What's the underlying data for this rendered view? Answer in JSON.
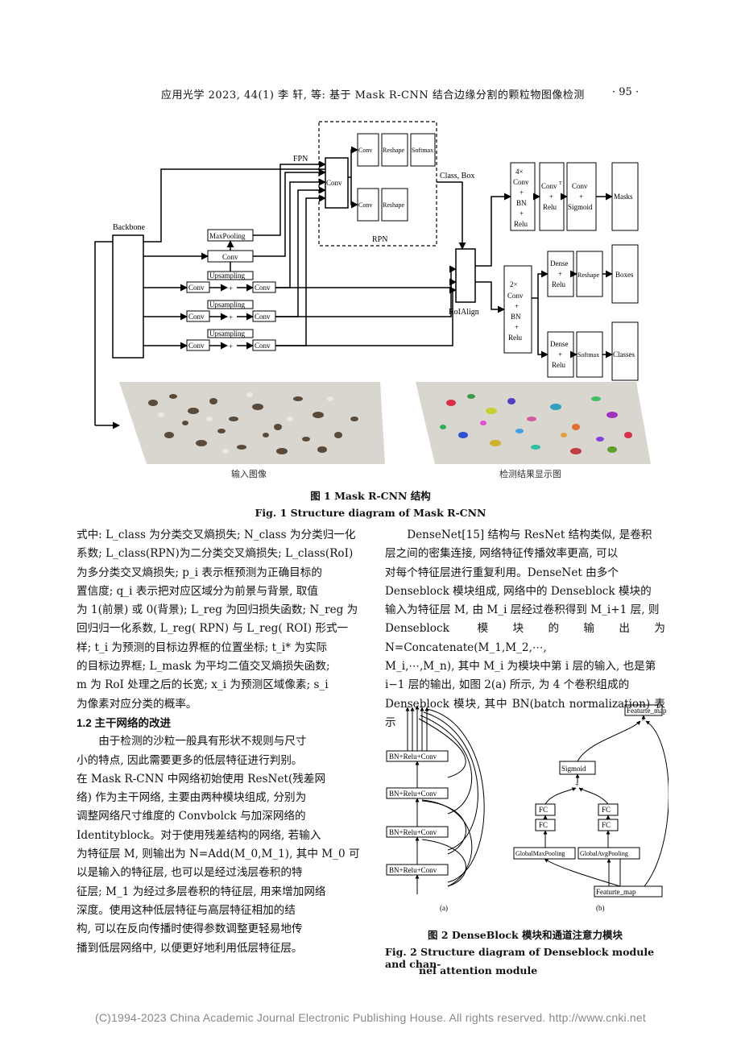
{
  "header": {
    "journal_line": "应用光学   2023, 44(1)   李   轩, 等: 基于 Mask R-CNN 结合边缘分割的颗粒物图像检测",
    "page": "· 95 ·"
  },
  "fig1": {
    "labels": {
      "backbone": "Backbone",
      "fpn": "FPN",
      "rpn": "RPN",
      "maxpooling": "MaxPooling",
      "conv": "Conv",
      "upsampling": "Upsampling",
      "reshape": "Reshape",
      "softmax": "Softmax",
      "class_box": "Class, Box",
      "roialign": "RoIAlign",
      "conv4_line1": "4×",
      "conv4_line2": "Conv",
      "conv4_line3": "+",
      "conv4_line4": "BN",
      "conv4_line5": "+",
      "conv4_line6": "Relu",
      "convt_line1": "Conv",
      "convt_sup": "T",
      "convt_line2": "+",
      "convt_line3": "Relu",
      "convsig_line1": "Conv",
      "convsig_line2": "+",
      "convsig_line3": "Sigmoid",
      "masks": "Masks",
      "conv2_line1": "2×",
      "conv2_line2": "Conv",
      "conv2_line3": "+",
      "conv2_line4": "BN",
      "conv2_line5": "+",
      "conv2_line6": "Relu",
      "dense_line1": "Dense",
      "dense_line2": "+",
      "dense_line3": "Relu",
      "boxes": "Boxes",
      "classes": "Classes",
      "plus": "+",
      "input_img": "输入图像",
      "result_img": "检测结果显示图"
    },
    "caption_cn": "图 1    Mask R-CNN 结构",
    "caption_en": "Fig. 1     Structure diagram of Mask R-CNN"
  },
  "left_col": {
    "p1_lines": [
      "式中: L_class 为分类交叉熵损失; N_class 为分类归一化",
      "系数; L_class(RPN)为二分类交叉熵损失; L_class(RoI)",
      "为多分类交叉熵损失; p_i 表示框预测为正确目标的",
      "置信度; q_i 表示把对应区域分为前景与背景, 取值",
      "为 1(前景) 或 0(背景); L_reg 为回归损失函数; N_reg 为",
      "回归归一化系数, L_reg( RPN) 与 L_reg( ROI) 形式一",
      "样; t_i 为预测的目标边界框的位置坐标; t_i* 为实际",
      "的目标边界框; L_mask 为平均二值交叉熵损失函数;",
      "m 为 RoI 处理之后的长宽; x_i 为预测区域像素; s_i",
      "为像素对应分类的概率。"
    ],
    "section_title": "1.2   主干网络的改进",
    "p2_lines": [
      "由于检测的沙粒一般具有形状不规则与尺寸",
      "小的特点, 因此需要更多的低层特征进行判别。",
      "在 Mask R-CNN 中网络初始使用 ResNet(残差网",
      "络) 作为主干网络, 主要由两种模块组成, 分别为",
      "调整网络尺寸维度的 Convbolck 与加深网络的",
      "Identityblock。对于使用残差结构的网络, 若输入",
      "为特征层 M, 则输出为 N=Add(M_0,M_1), 其中 M_0 可",
      "以是输入的特征层, 也可以是经过浅层卷积的特",
      "征层; M_1 为经过多层卷积的特征层, 用来增加网络",
      "深度。使用这种低层特征与高层特征相加的结",
      "构, 可以在反向传播时使得参数调整更轻易地传",
      "播到低层网络中, 以便更好地利用低层特征层。"
    ]
  },
  "right_col": {
    "p1_lines": [
      "DenseNet[15] 结构与 ResNet 结构类似, 是卷积",
      "层之间的密集连接, 网络特征传播效率更高, 可以",
      "对每个特征层进行重复利用。DenseNet 由多个",
      "Denseblock 模块组成, 网络中的 Denseblock 模块的",
      "输入为特征层 M, 由 M_i 层经过卷积得到 M_i+1 层, 则",
      "Denseblock 模块的输出为 N=Concatenate(M_1,M_2,⋯,",
      "M_i,⋯,M_n), 其中 M_i 为模块中第 i 层的输入, 也是第",
      "i−1 层的输出, 如图 2(a) 所示, 为 4 个卷积组成的",
      "Denseblock 模块, 其中 BN(batch normalization) 表示"
    ]
  },
  "fig2": {
    "labels": {
      "bn_block": "BN+Relu+Conv",
      "feature_map": "Featurte_map",
      "sigmoid": "Sigmoid",
      "fc": "FC",
      "gmp": "GlobalMaxPooling",
      "gap": "GlobalAvgPooling",
      "sub_a": "(a)",
      "sub_b": "(b)",
      "times": "×",
      "plus": "+"
    },
    "caption_cn": "图 2    DenseBlock 模块和通道注意力模块",
    "caption_en_1": "Fig. 2     Structure diagram of Denseblock module and chan-",
    "caption_en_2": "nel attention module"
  },
  "footer": "(C)1994-2023 China Academic Journal Electronic Publishing House. All rights reserved.    http://www.cnki.net"
}
